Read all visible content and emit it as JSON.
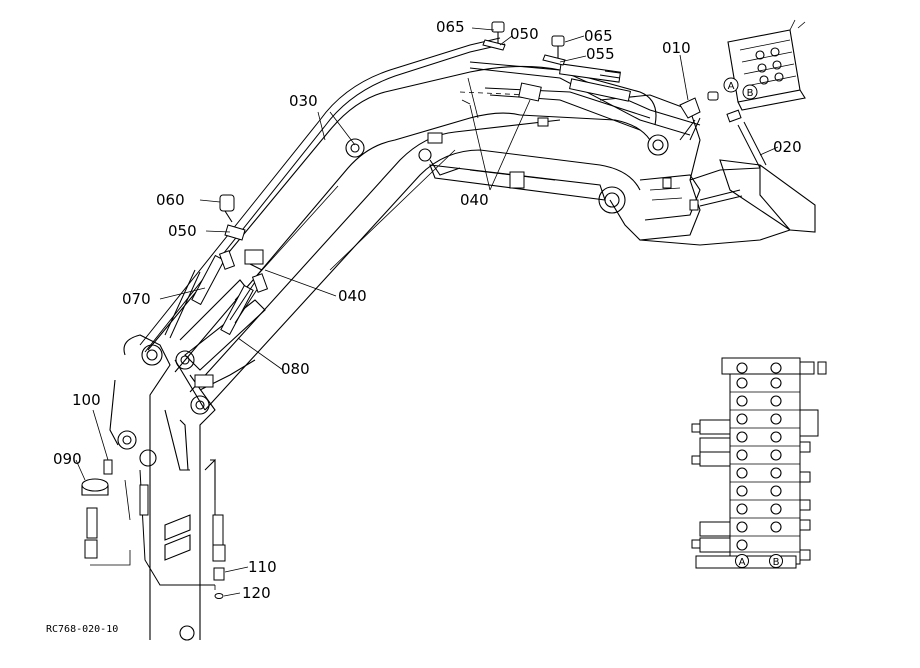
{
  "diagram": {
    "drawing_id": "RC768-020-10",
    "callouts": [
      {
        "id": "c065a",
        "text": "065"
      },
      {
        "id": "c050a",
        "text": "050"
      },
      {
        "id": "c065b",
        "text": "065"
      },
      {
        "id": "c055",
        "text": "055"
      },
      {
        "id": "c010",
        "text": "010"
      },
      {
        "id": "c020",
        "text": "020"
      },
      {
        "id": "c030",
        "text": "030"
      },
      {
        "id": "c040a",
        "text": "040"
      },
      {
        "id": "c060",
        "text": "060"
      },
      {
        "id": "c050b",
        "text": "050"
      },
      {
        "id": "c040b",
        "text": "040"
      },
      {
        "id": "c070",
        "text": "070"
      },
      {
        "id": "c080",
        "text": "080"
      },
      {
        "id": "c100",
        "text": "100"
      },
      {
        "id": "c090",
        "text": "090"
      },
      {
        "id": "c110",
        "text": "110"
      },
      {
        "id": "c120",
        "text": "120"
      }
    ],
    "port_markers": {
      "a": "A",
      "b": "B"
    }
  }
}
